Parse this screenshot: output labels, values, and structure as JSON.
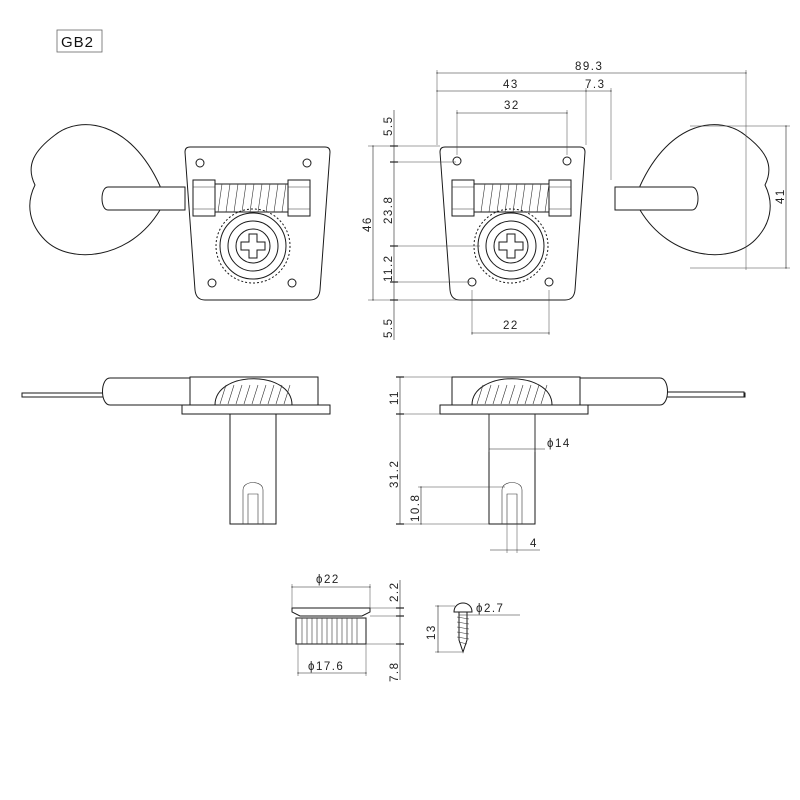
{
  "model": "GB2",
  "dimensions": {
    "overall_length": "89.3",
    "post_offset": "43",
    "string_offset": "7.3",
    "screw_spacing": "32",
    "top_margin": "5.5",
    "plate_height": "46",
    "gear_height": "23.8",
    "lower_offset": "11.2",
    "bottom_margin": "5.5",
    "bottom_screw_spacing": "22",
    "button_height": "41",
    "housing_thickness": "11",
    "post_length": "31.2",
    "slot_depth": "10.8",
    "post_diameter": "ϕ14",
    "slot_width": "4",
    "bushing_diameter": "ϕ22",
    "flange_thickness": "2.2",
    "bushing_body_diameter": "ϕ17.6",
    "bushing_height": "7.8",
    "screw_diameter": "ϕ2.7",
    "screw_length": "13"
  },
  "colors": {
    "line": "#1a1a1a",
    "background": "#ffffff"
  }
}
